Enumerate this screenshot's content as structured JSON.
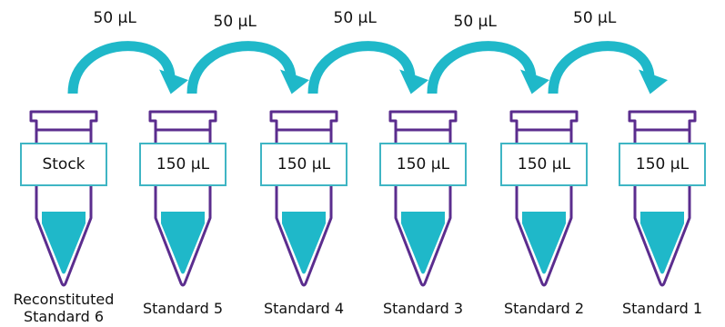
{
  "transfer_volume": "50 µL",
  "tubes": [
    {
      "box": "Stock",
      "name": "Reconstituted\nStandard 6"
    },
    {
      "box": "150 µL",
      "name": "Standard 5"
    },
    {
      "box": "150 µL",
      "name": "Standard 4"
    },
    {
      "box": "150 µL",
      "name": "Standard 3"
    },
    {
      "box": "150 µL",
      "name": "Standard 2"
    },
    {
      "box": "150 µL",
      "name": "Standard 1"
    }
  ],
  "colors": {
    "tube_outline": "#5b2d8e",
    "box_outline": "#3fb5c4",
    "liquid": "#1fb8c9",
    "arrow": "#1fb8c9"
  }
}
